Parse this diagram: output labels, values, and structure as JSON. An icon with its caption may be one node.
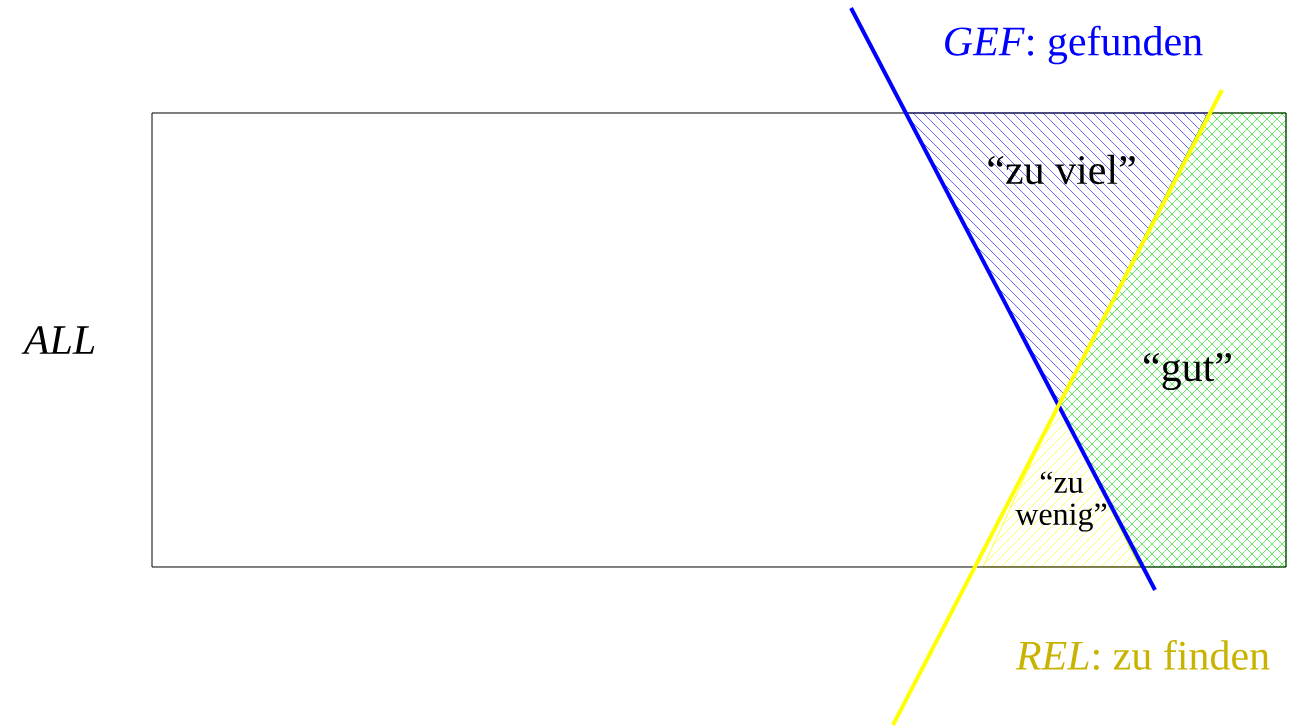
{
  "diagram": {
    "nodes": [
      {
        "text": [
          "ALL"
        ]
      },
      {
        "text": [
          "“zu viel”"
        ],
        "in": 0
      },
      {
        "text": [
          "“gut”"
        ],
        "in": 0
      },
      {
        "text": [
          "“zu wenig”"
        ],
        "in": 0
      }
    ],
    "labels": [
      "*GEF*: gefunden",
      "*REL*: zu finden"
    ]
  }
}
